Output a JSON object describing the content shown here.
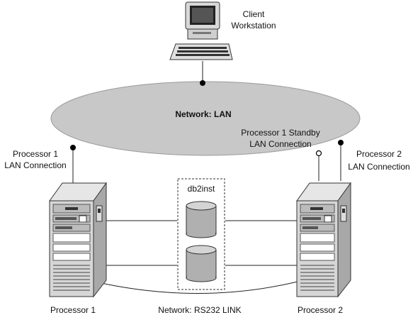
{
  "network_lan": {
    "label": "Network: LAN"
  },
  "client": {
    "label_line1": "Client",
    "label_line2": "Workstation"
  },
  "processor1": {
    "conn_line1": "Processor 1",
    "conn_line2": "LAN Connection",
    "name": "Processor 1"
  },
  "standby": {
    "line1": "Processor 1 Standby",
    "line2": "LAN Connection"
  },
  "processor2": {
    "conn_line1": "Processor 2",
    "conn_line2": "LAN Connection",
    "name": "Processor 2"
  },
  "storage": {
    "label": "db2inst"
  },
  "rs232": {
    "label": "Network: RS232 LINK"
  }
}
